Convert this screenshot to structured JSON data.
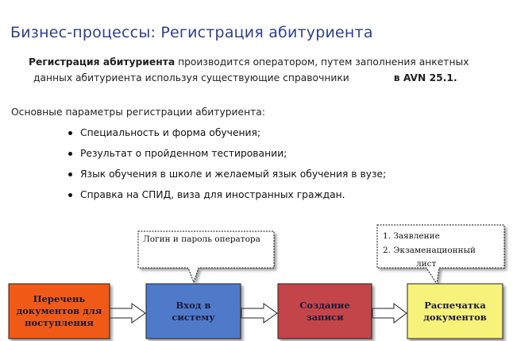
{
  "title": "Бизнес-процессы: Регистрация абитуриента",
  "intro": {
    "bold_lead": "Регистрация абитуриента",
    "line1_rest": " производится оператором, путем заполнения анкетных",
    "line2_start": "данных абитуриента используя существующие справочники",
    "line2_end": "в AVN 25.1."
  },
  "params_heading": "Основные параметры регистрации абитуриента:",
  "bullets": [
    "Специальность и форма обучения;",
    "Результат о пройденном тестировании;",
    "Язык обучения в школе и желаемый язык обучения в вузе;",
    "Справка на СПИД, виза для иностранных граждан."
  ],
  "diagram": {
    "steps": [
      {
        "lines": [
          "Перечень",
          "документов для",
          "поступления"
        ],
        "fill": "#f05a14"
      },
      {
        "lines": [
          "Вход в",
          "систему"
        ],
        "fill": "#4f7ac9"
      },
      {
        "lines": [
          "Создание",
          "записи"
        ],
        "fill": "#c4454a"
      },
      {
        "lines": [
          "Распечатка",
          "документов"
        ],
        "fill": "#f7f27a"
      }
    ],
    "callout_login": "Логин и пароль оператора",
    "callout_docs": [
      "1. Заявление",
      "2. Экзаменационный",
      "лист"
    ]
  }
}
